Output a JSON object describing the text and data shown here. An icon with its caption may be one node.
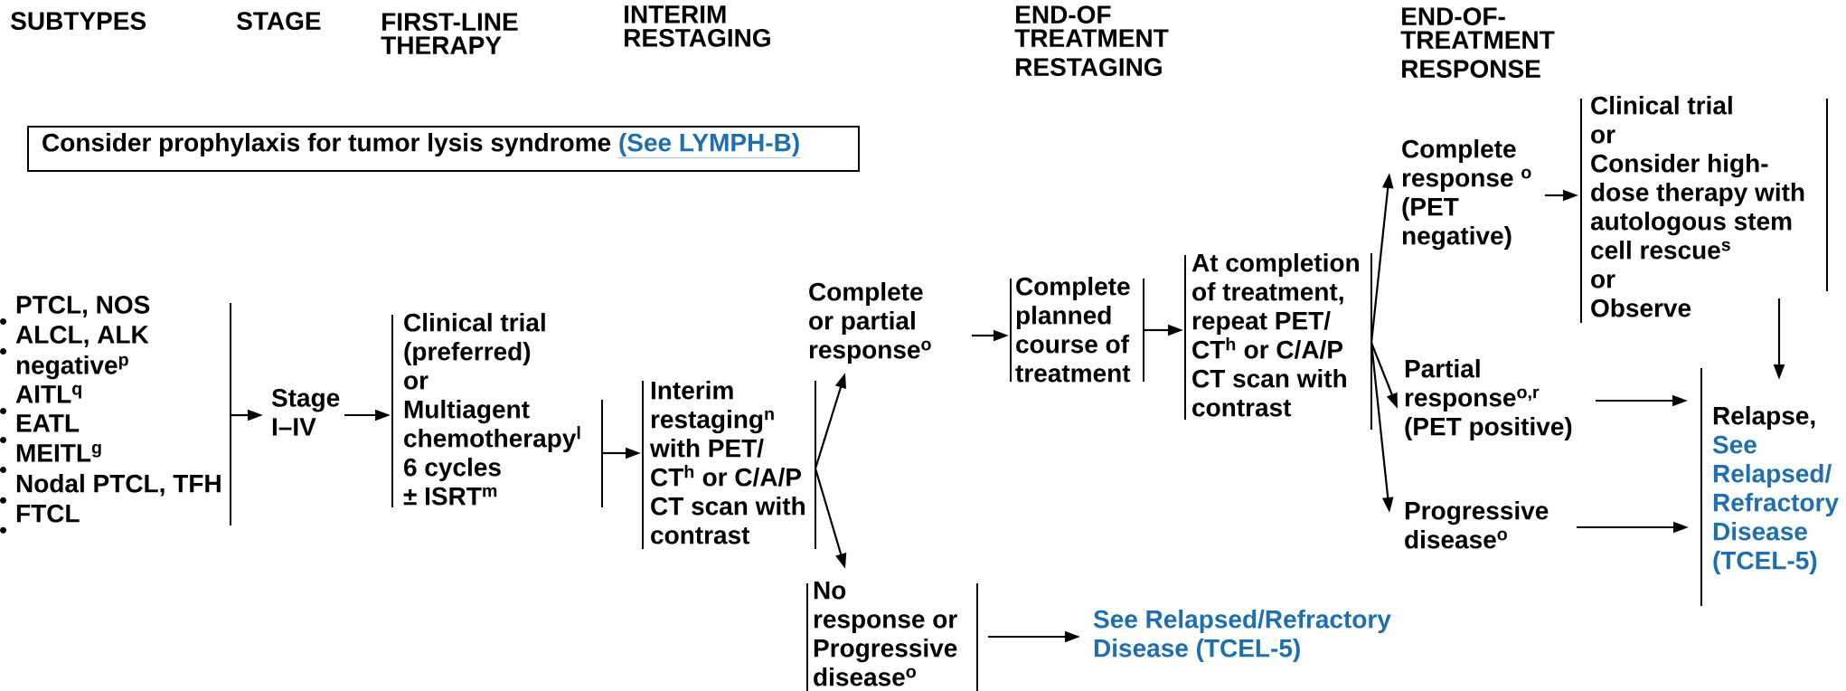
{
  "diagram": {
    "nodes": [
      {
        "text": [
          "Consider prophylaxis for tumor lysis syndrome",
          "(See LYMPH-B)"
        ]
      },
      {
        "text": [
          "PTCL, NOS",
          "ALCL, ALK negative$^{p}$",
          "AITL$^{q}$",
          "EATL",
          "MEITL$^{g}$",
          "Nodal PTCL, TFH",
          "FTCL"
        ]
      },
      {
        "text": [
          "Stage I–IV"
        ]
      },
      {
        "text": [
          "Clinical trial (preferred)",
          "or",
          "Multiagent chemotherapy$^{l}$ 6 cycles",
          "± ISRT$^{m}$"
        ]
      },
      {
        "text": [
          "Interim restaging$^{n}$ with PET/ CT$^{h}$ or C/A/P CT scan with contrast"
        ]
      },
      {
        "text": [
          "Complete or partial response$^{o}$"
        ]
      },
      {
        "text": [
          "No response or Progressive disease$^{o}$"
        ]
      },
      {
        "text": [
          "Complete planned course of treatment"
        ]
      },
      {
        "text": [
          "At completion of treatment, repeat PET/ CT$^{h}$ or C/A/P CT scan with contrast"
        ]
      },
      {
        "text": [
          "Complete response $^{o}$ (PET negative)"
        ]
      },
      {
        "text": [
          "Partial response$^{o,r}$ (PET positive)"
        ]
      },
      {
        "text": [
          "Progressive disease$^{o}$"
        ]
      },
      {
        "text": [
          "Clinical trial",
          "or",
          "Consider high-dose therapy with autologous stem cell rescue$^{s}$",
          "or",
          "Observe"
        ]
      },
      {
        "text": [
          "Relapse,",
          "See Relapsed/ Refractory Disease (TCEL-5)"
        ]
      },
      {
        "text": [
          "See Relapsed/Refractory Disease (TCEL-5)"
        ]
      }
    ],
    "edges": [
      {
        "from": 1,
        "to": 2,
        "arrow": "to"
      },
      {
        "from": 2,
        "to": 3,
        "arrow": "to"
      },
      {
        "from": 3,
        "to": 4,
        "arrow": "to"
      },
      {
        "from": 4,
        "to": 5,
        "arrow": "to"
      },
      {
        "from": 4,
        "to": 6,
        "arrow": "to"
      },
      {
        "from": 5,
        "to": 7,
        "arrow": "to"
      },
      {
        "from": 7,
        "to": 8,
        "arrow": "to"
      },
      {
        "from": 8,
        "to": 9,
        "arrow": "to"
      },
      {
        "from": 8,
        "to": 10,
        "arrow": "to"
      },
      {
        "from": 8,
        "to": 11,
        "arrow": "to"
      },
      {
        "from": 9,
        "to": 12,
        "arrow": "to"
      },
      {
        "from": 12,
        "to": 13,
        "arrow": "to"
      },
      {
        "from": 10,
        "to": 13,
        "arrow": "to"
      },
      {
        "from": 11,
        "to": 13,
        "arrow": "to"
      },
      {
        "from": 6,
        "to": 14,
        "arrow": "to"
      }
    ],
    "labels": [
      "SUBTYPES",
      "STAGE",
      "FIRST-LINE THERAPY",
      "INTERIM RESTAGING",
      "END-OF TREATMENT RESTAGING",
      "END-OF- TREATMENT RESPONSE"
    ]
  }
}
